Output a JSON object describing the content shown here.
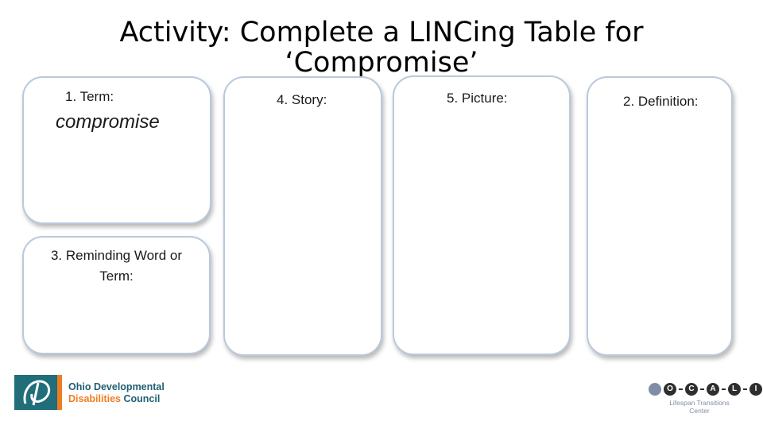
{
  "title": "Activity: Complete a LINCing Table for ‘Compromise’",
  "boxes": {
    "term": {
      "label": "1.  Term:",
      "value": "compromise"
    },
    "reminding": {
      "label": "3. Reminding Word or Term:"
    },
    "story": {
      "label": "4. Story:"
    },
    "picture": {
      "label": "5. Picture:"
    },
    "definition": {
      "label": "2. Definition:"
    }
  },
  "footer": {
    "left_logo": {
      "line1": "Ohio Developmental",
      "line2a": "Disabilities",
      "line2b": " Council"
    },
    "right_logo": {
      "letters": [
        "O",
        "C",
        "A",
        "L",
        "I"
      ],
      "subtitle": "Lifespan Transitions Center"
    }
  },
  "colors": {
    "box_border": "#b9c9dc",
    "odd_teal": "#1f6e7a",
    "odd_orange": "#f07c22",
    "ocali_gray": "#7f8ea6"
  }
}
